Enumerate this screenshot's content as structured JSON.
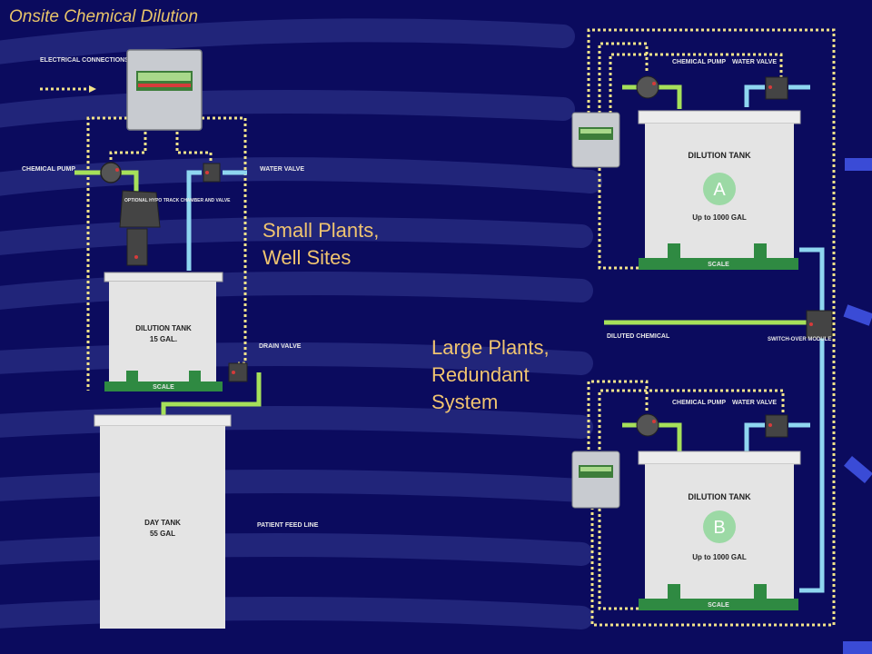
{
  "title": "Onsite Chemical Dilution",
  "captions": {
    "small_line1": "Small Plants,",
    "small_line2": "Well Sites",
    "large_line1": "Large Plants,",
    "large_line2": "Redundant",
    "large_line3": "System"
  },
  "small_system": {
    "electrical_label": "ELECTRICAL CONNECTIONS",
    "chemical_pump": "CHEMICAL PUMP",
    "water_valve": "WATER VALVE",
    "hypo_track": "OPTIONAL HYPO TRACK CHAMBER AND VALVE",
    "dilution_tank_name": "DILUTION TANK",
    "dilution_tank_cap": "15 GAL.",
    "scale": "SCALE",
    "drain_valve": "DRAIN VALVE",
    "day_tank_name": "DAY TANK",
    "day_tank_cap": "55 GAL",
    "to_process": "PATIENT FEED LINE"
  },
  "large_system": {
    "chemical_pump": "CHEMICAL PUMP",
    "water_valve": "WATER VALVE",
    "tank_a_name": "DILUTION TANK",
    "tank_a_letter": "A",
    "tank_a_cap": "Up to 1000 GAL",
    "tank_b_name": "DILUTION TANK",
    "tank_b_letter": "B",
    "tank_b_cap": "Up to 1000 GAL",
    "scale": "SCALE",
    "diluted_chemical": "DILUTED CHEMICAL",
    "switchover": "SWITCH-OVER MODULE"
  },
  "colors": {
    "background": "#0b0b5e",
    "stripe": "#2a2e86",
    "title": "#e8c46a",
    "water_line": "#8fd6f0",
    "chem_line": "#a6e05a",
    "electrical": "#f2e38a",
    "scale": "#2f8a42",
    "tank": "#e4e4e4"
  }
}
